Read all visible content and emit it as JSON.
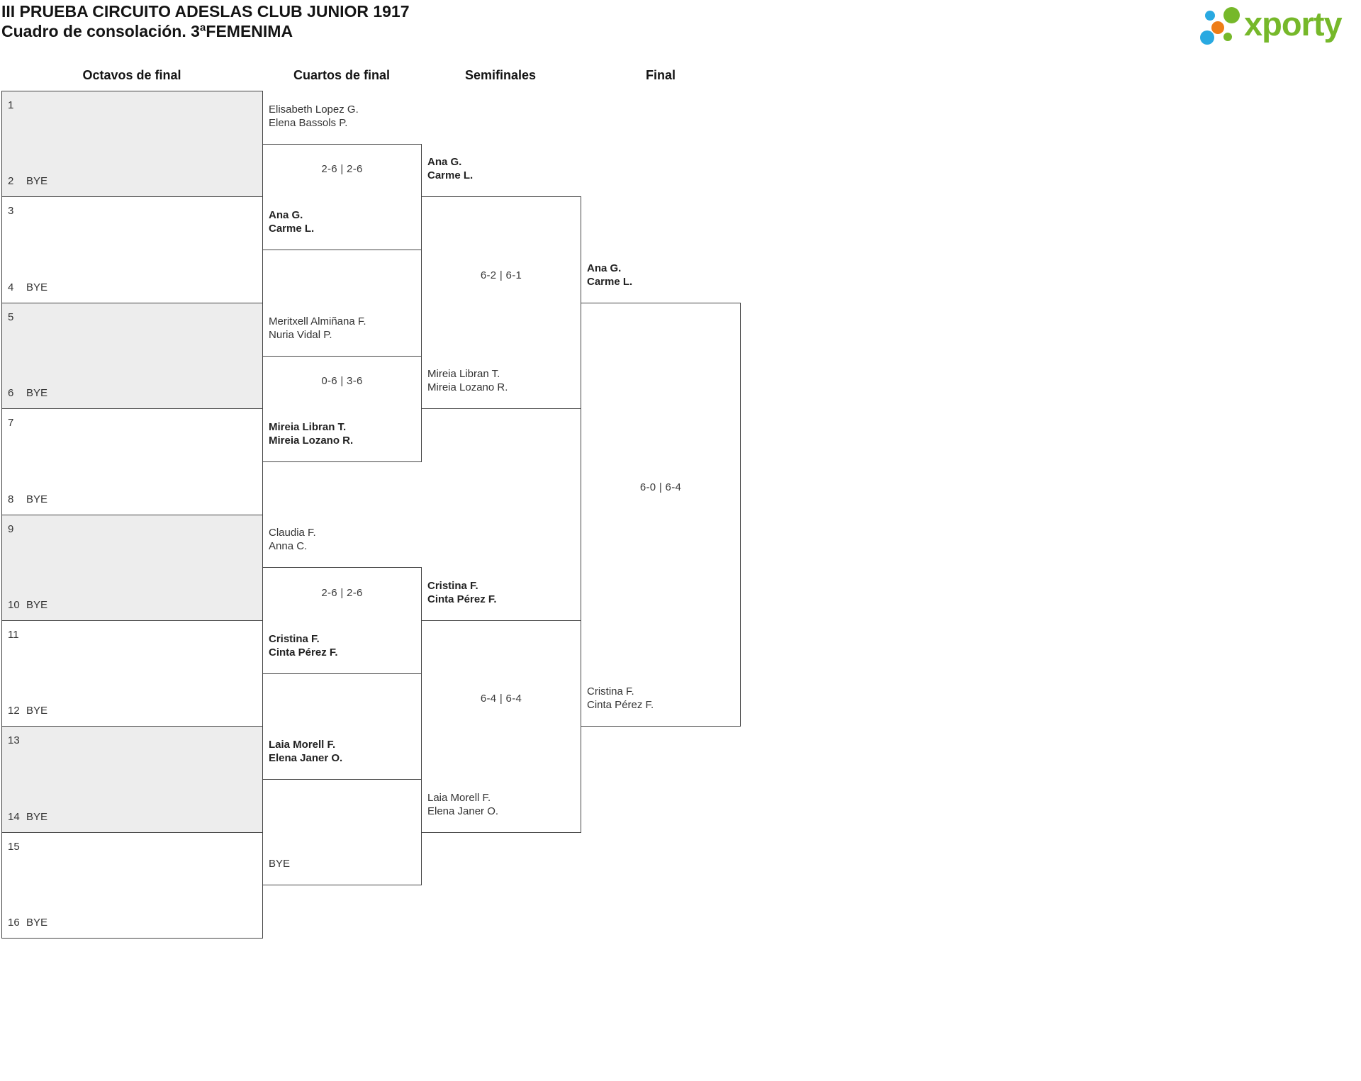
{
  "title": {
    "line1": "III PRUEBA CIRCUITO ADESLAS CLUB JUNIOR 1917",
    "line2": "Cuadro de consolación. 3ªFEMENIMA"
  },
  "logo": {
    "wordmark": "xporty",
    "brand_colors": {
      "green": "#76b82a",
      "blue": "#29a9e1",
      "orange": "#ee7d17"
    }
  },
  "round_headers": [
    {
      "label": "Octavos de final"
    },
    {
      "label": "Cuartos de final"
    },
    {
      "label": "Semifinales"
    },
    {
      "label": "Final"
    }
  ],
  "octavos_slots": [
    {
      "number": "1",
      "bye": ""
    },
    {
      "number": "2",
      "bye": "BYE"
    },
    {
      "number": "3",
      "bye": ""
    },
    {
      "number": "4",
      "bye": "BYE"
    },
    {
      "number": "5",
      "bye": ""
    },
    {
      "number": "6",
      "bye": "BYE"
    },
    {
      "number": "7",
      "bye": ""
    },
    {
      "number": "8",
      "bye": "BYE"
    },
    {
      "number": "9",
      "bye": ""
    },
    {
      "number": "10",
      "bye": "BYE"
    },
    {
      "number": "11",
      "bye": ""
    },
    {
      "number": "12",
      "bye": "BYE"
    },
    {
      "number": "13",
      "bye": ""
    },
    {
      "number": "14",
      "bye": "BYE"
    },
    {
      "number": "15",
      "bye": ""
    },
    {
      "number": "16",
      "bye": "BYE"
    }
  ],
  "matches": {
    "qf1": {
      "team1_line1": "Elisabeth Lopez G.",
      "team1_line2": "Elena Bassols P.",
      "score": "2-6 | 2-6",
      "team2_line1": "Ana G.",
      "team2_line2": "Carme L.",
      "winner": "team2"
    },
    "qf2": {
      "team1_line1": "Meritxell Almiñana F.",
      "team1_line2": "Nuria Vidal P.",
      "score": "0-6 | 3-6",
      "team2_line1": "Mireia Libran T.",
      "team2_line2": "Mireia Lozano R.",
      "winner": "team2"
    },
    "qf3": {
      "team1_line1": "Claudia F.",
      "team1_line2": "Anna C.",
      "score": "2-6 | 2-6",
      "team2_line1": "Cristina F.",
      "team2_line2": "Cinta Pérez F.",
      "winner": "team2"
    },
    "qf4": {
      "team1_line1": "Laia Morell F.",
      "team1_line2": "Elena Janer O.",
      "score": "",
      "team2_line1": "BYE",
      "team2_line2": "",
      "winner": "team1"
    },
    "sf1": {
      "team1_line1": "Ana G.",
      "team1_line2": "Carme L.",
      "score": "6-2 | 6-1",
      "team2_line1": "Mireia Libran T.",
      "team2_line2": "Mireia Lozano R.",
      "winner": "team1"
    },
    "sf2": {
      "team1_line1": "Cristina F.",
      "team1_line2": "Cinta Pérez F.",
      "score": "6-4 | 6-4",
      "team2_line1": "Laia Morell F.",
      "team2_line2": "Elena Janer O.",
      "winner": "team1"
    },
    "final": {
      "team1_line1": "Ana G.",
      "team1_line2": "Carme L.",
      "score": "6-0 | 6-4",
      "team2_line1": "Cristina F.",
      "team2_line2": "Cinta Pérez F.",
      "winner": "team1"
    }
  }
}
